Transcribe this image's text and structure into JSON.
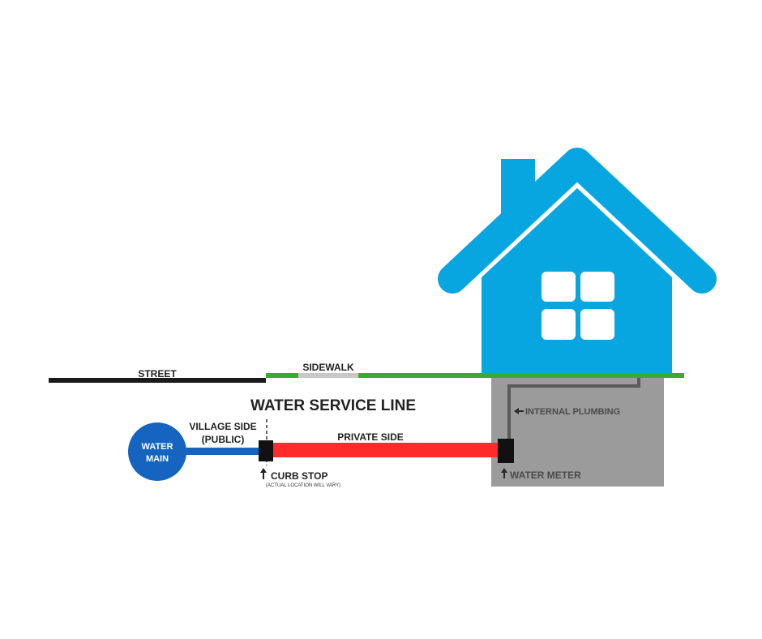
{
  "labels": {
    "street": "STREET",
    "sidewalk": "SIDEWALK",
    "title": "WATER SERVICE LINE",
    "village_side_line1": "VILLAGE SIDE",
    "village_side_line2": "(PUBLIC)",
    "private_side": "PRIVATE SIDE",
    "water_main_line1": "WATER",
    "water_main_line2": "MAIN",
    "curb_stop": "CURB STOP",
    "curb_stop_note": "(ACTUAL LOCATION WILL VARY)",
    "internal_plumbing": "INTERNAL PLUMBING",
    "water_meter": "WATER METER"
  },
  "colors": {
    "house": "#07a6e0",
    "window": "#ffffff",
    "street": "#1a1a1a",
    "sidewalk_concrete": "#c8c8c8",
    "grass": "#3aaa35",
    "basement": "#9b9b9b",
    "public_pipe": "#1565c0",
    "private_pipe": "#ff2a2a",
    "water_main": "#1565c0",
    "fitting": "#111111",
    "plumbing": "#5a5a5a"
  },
  "icons": {
    "curb_stop_arrow": "arrow-up-icon",
    "water_meter_arrow": "arrow-up-icon",
    "plumbing_arrow": "arrow-left-icon"
  }
}
